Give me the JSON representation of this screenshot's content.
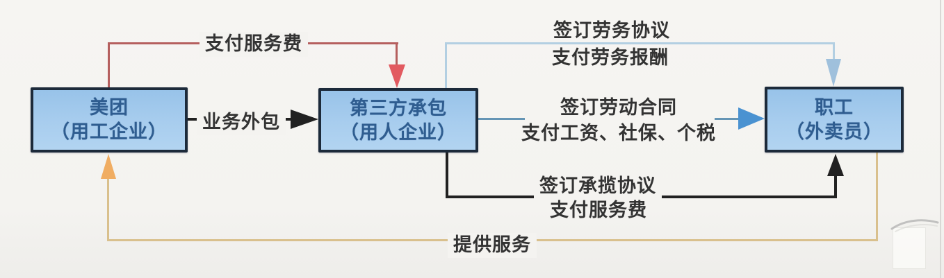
{
  "diagram": {
    "background_color": "#f4f3f0",
    "node_fill_color": "#a8cdee",
    "node_border_color": "#1c2a3a",
    "node_text_color": "#2f5d90",
    "label_text_color": "#333333",
    "nodes": [
      {
        "id": "meituan",
        "line1": "美团",
        "line2": "（用工企业）"
      },
      {
        "id": "third-party-contractor",
        "line1": "第三方承包",
        "line2": "（用人企业）"
      },
      {
        "id": "worker",
        "line1": "职工",
        "line2": "（外卖员）"
      }
    ],
    "edges": [
      {
        "id": "pay-service-fee-top",
        "from": "meituan",
        "to": "third-party-contractor",
        "label": "支付服务费",
        "line_color": "#b55f5e",
        "head_color": "#e25a60",
        "route": "top"
      },
      {
        "id": "business-outsourcing",
        "from": "meituan",
        "to": "third-party-contractor",
        "label": "业务外包",
        "line_color": "#212121",
        "head_color": "#212121",
        "route": "straight"
      },
      {
        "id": "labor-service-agreement",
        "from": "third-party-contractor",
        "to": "worker",
        "label_line1": "签订劳务协议",
        "label_line2": "支付劳务报酬",
        "line_color": "#b3cfe2",
        "head_color": "#9fc0dc",
        "route": "top"
      },
      {
        "id": "labor-contract",
        "from": "third-party-contractor",
        "to": "worker",
        "label_line1": "签订劳动合同",
        "label_line2": "支付工资、社保、个税",
        "line_color": "#6595b5",
        "head_color": "#4a92d1",
        "route": "straight"
      },
      {
        "id": "contracting-agreement",
        "from": "third-party-contractor",
        "to": "worker",
        "label_line1": "签订承揽协议",
        "label_line2": "支付服务费",
        "line_color": "#212121",
        "head_color": "#212121",
        "route": "bottom"
      },
      {
        "id": "provide-service",
        "from": "worker",
        "to": "meituan",
        "label": "提供服务",
        "line_color": "#d9c08d",
        "head_color": "#f0ad62",
        "route": "bottom"
      }
    ]
  }
}
